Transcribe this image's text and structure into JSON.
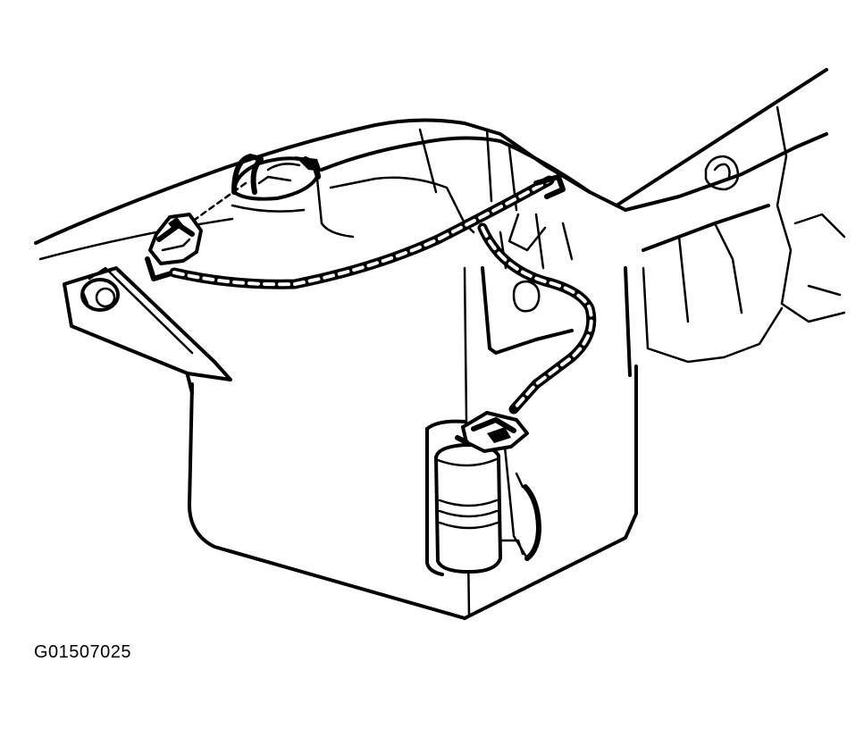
{
  "figure": {
    "id_label": "G01507025"
  },
  "colors": {
    "ink": "#000000",
    "paper": "#ffffff"
  },
  "parts": {
    "reservoir": "washer-fluid-reservoir",
    "pump": "washer-pump-motor",
    "filler_neck": "reservoir-filler-neck",
    "sensor_connector": "fluid-level-sensor-connector",
    "mounting_bolt": "mounting-bolt",
    "harness": "wiring-harness",
    "hose": "washer-hose"
  }
}
